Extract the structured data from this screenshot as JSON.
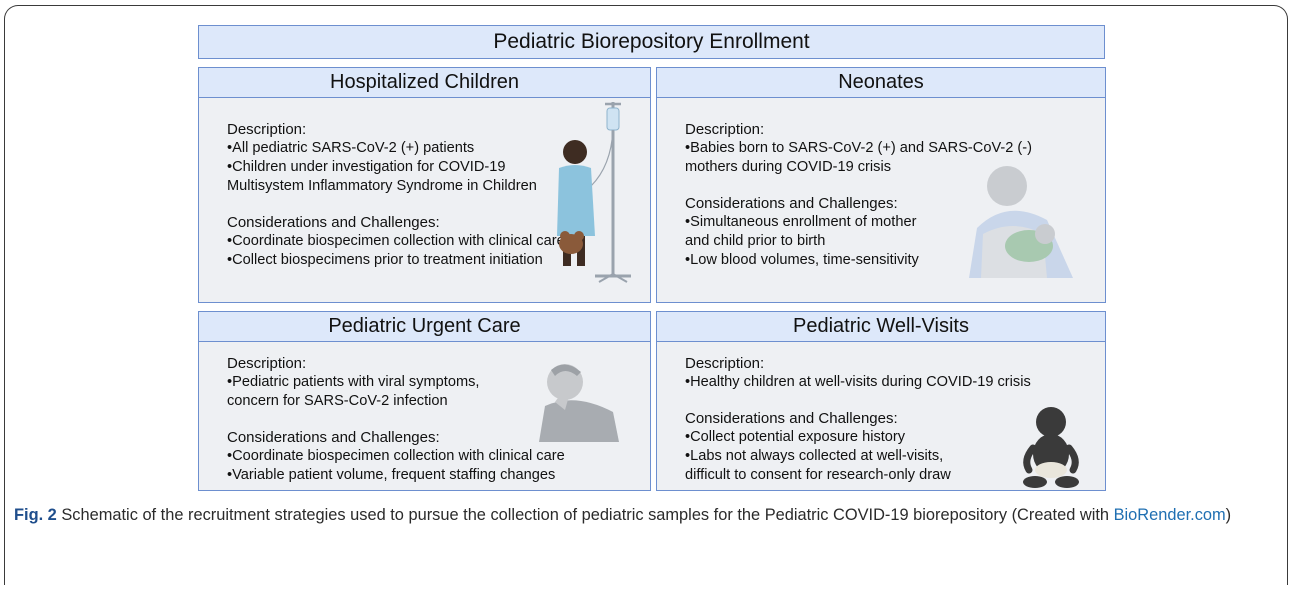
{
  "figure": {
    "title": "Pediatric Biorepository Enrollment",
    "panels": [
      {
        "heading": "Hospitalized Children",
        "description_label": "Description:",
        "description_items": [
          "•All pediatric SARS-CoV-2 (+) patients",
          "•Children under investigation for COVID-19",
          "Multisystem Inflammatory Syndrome in Children"
        ],
        "challenges_label": "Considerations and Challenges:",
        "challenges_items": [
          "•Coordinate biospecimen collection with clinical care",
          "•Collect biospecimens prior to treatment initiation"
        ],
        "illustration": "child-with-iv-pole-icon"
      },
      {
        "heading": "Neonates",
        "description_label": "Description:",
        "description_items": [
          "•Babies born to SARS-CoV-2 (+) and SARS-CoV-2 (-)",
          "mothers during COVID-19 crisis"
        ],
        "challenges_label": "Considerations and Challenges:",
        "challenges_items": [
          "•Simultaneous enrollment of mother",
          "and child prior to birth",
          "•Low blood volumes, time-sensitivity"
        ],
        "illustration": "mother-with-newborn-icon"
      },
      {
        "heading": "Pediatric Urgent Care",
        "description_label": "Description:",
        "description_items": [
          "•Pediatric patients with viral symptoms,",
          "concern for SARS-CoV-2 infection"
        ],
        "challenges_label": "Considerations and Challenges:",
        "challenges_items": [
          "•Coordinate biospecimen collection with clinical care",
          "•Variable patient volume, frequent staffing changes"
        ],
        "illustration": "coughing-person-icon"
      },
      {
        "heading": "Pediatric Well-Visits",
        "description_label": "Description:",
        "description_items": [
          "•Healthy children at well-visits during COVID-19 crisis"
        ],
        "challenges_label": "Considerations and Challenges:",
        "challenges_items": [
          "•Collect potential exposure history",
          "•Labs not always collected at well-visits,",
          "difficult to consent for research-only draw"
        ],
        "illustration": "sitting-baby-icon"
      }
    ]
  },
  "caption": {
    "label": "Fig. 2",
    "text": " Schematic of the recruitment strategies used to pursue the collection of pediatric samples for the Pediatric COVID-19 biorepository (Created with ",
    "link": "BioRender.com",
    "tail": ")"
  },
  "colors": {
    "header_fill": "#dde8fa",
    "panel_border": "#6d8fcf",
    "panel_fill": "#eef0f3",
    "fig_label": "#1f4e8c",
    "link": "#1f6fb2"
  }
}
